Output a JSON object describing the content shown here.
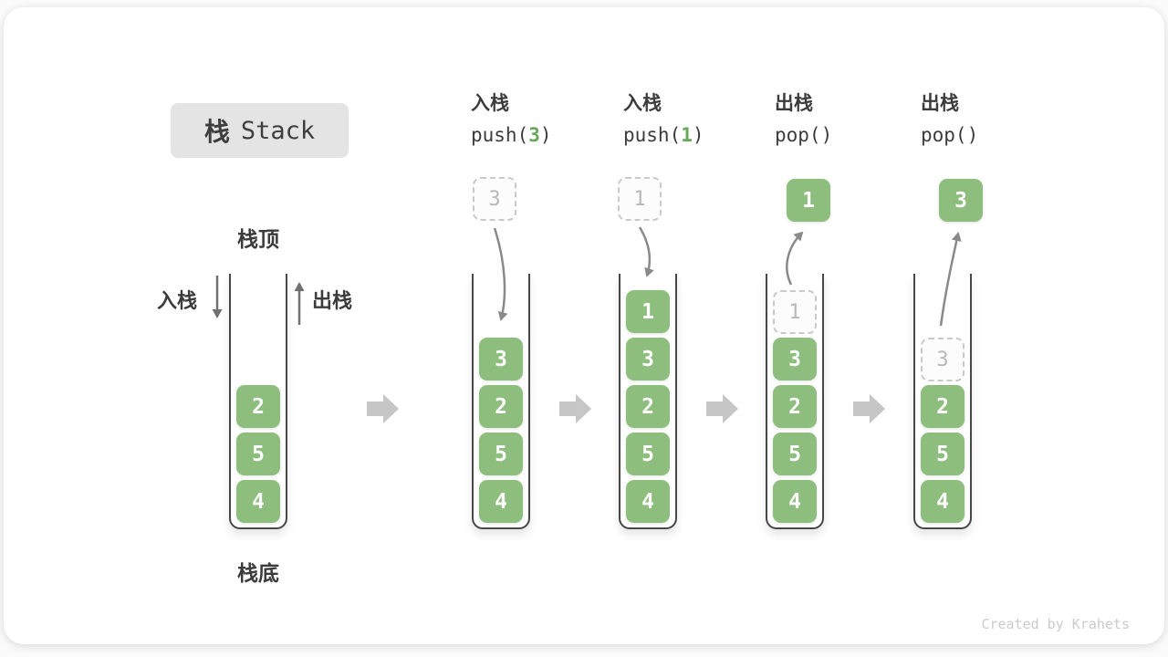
{
  "watermark": "Created by Krahets",
  "title": {
    "zh": "栈",
    "en": "Stack"
  },
  "annotations": {
    "stack_top": "栈顶",
    "stack_bottom": "栈底",
    "push_side": "入栈",
    "pop_side": "出栈"
  },
  "colors": {
    "block_green": "#8EBE7D",
    "code_arg_green": "#69A85B",
    "title_bg": "#E4E4E4",
    "text_dark": "#3C3C3C",
    "ghost_border": "#C9C9C9",
    "ghost_text": "#B8B8B8",
    "flow_arrow_gray": "#C6C6C6",
    "curve_arrow_gray": "#8A8A8A"
  },
  "states": [
    {
      "name": "initial",
      "blocks": [
        "2",
        "5",
        "4"
      ]
    },
    {
      "name": "after-push-3",
      "op_label": "入栈",
      "code_pre": "push(",
      "code_arg": "3",
      "code_post": ")",
      "source_value": "3",
      "blocks": [
        "3",
        "2",
        "5",
        "4"
      ]
    },
    {
      "name": "after-push-1",
      "op_label": "入栈",
      "code_pre": "push(",
      "code_arg": "1",
      "code_post": ")",
      "source_value": "1",
      "blocks": [
        "1",
        "3",
        "2",
        "5",
        "4"
      ]
    },
    {
      "name": "after-pop-1",
      "op_label": "出栈",
      "code_pre": "pop(",
      "code_arg": "",
      "code_post": ")",
      "popped_value": "1",
      "ghost_value": "1",
      "blocks": [
        "3",
        "2",
        "5",
        "4"
      ]
    },
    {
      "name": "after-pop-3",
      "op_label": "出栈",
      "code_pre": "pop(",
      "code_arg": "",
      "code_post": ")",
      "popped_value": "3",
      "ghost_value": "3",
      "blocks": [
        "2",
        "5",
        "4"
      ]
    }
  ]
}
